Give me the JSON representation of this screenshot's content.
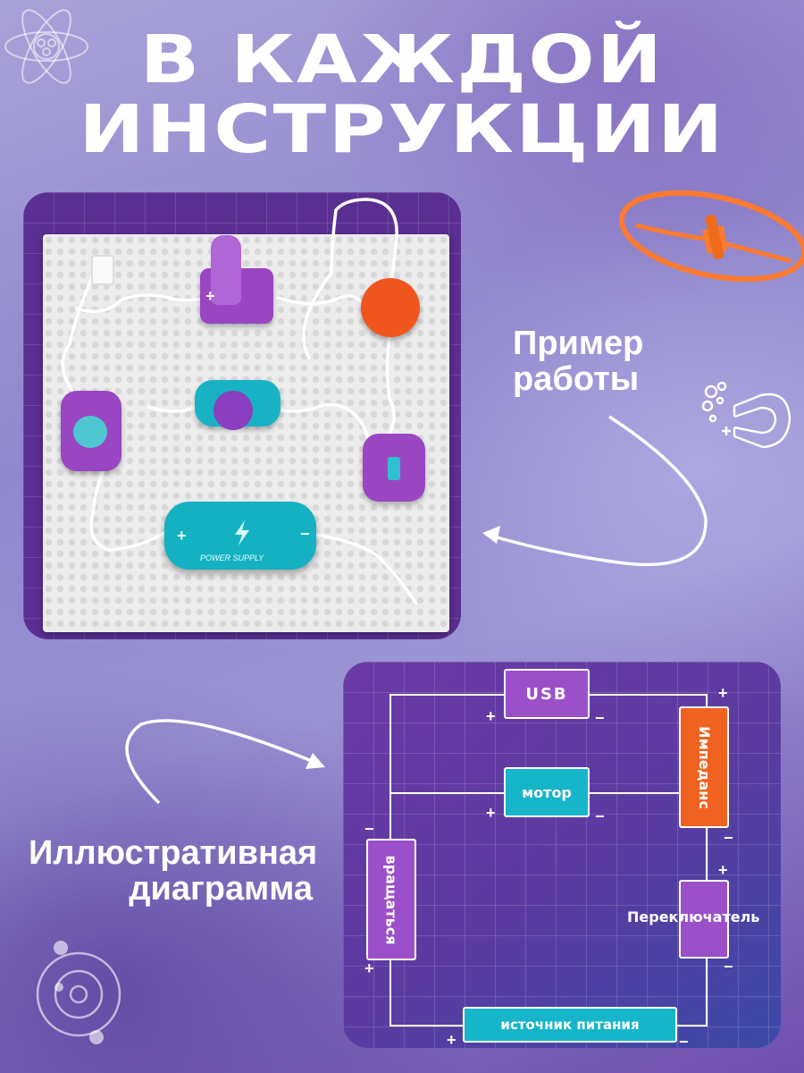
{
  "headline": {
    "line1": "В КАЖДОЙ",
    "line2": "ИНСТРУКЦИИ"
  },
  "captions": {
    "example_line1": "Пример",
    "example_line2": "работы",
    "diagram_line1": "Иллюстративная",
    "diagram_line2": "диаграмма"
  },
  "photo": {
    "power_supply_label": "POWER SUPPLY",
    "plus": "+",
    "minus": "−"
  },
  "diagram": {
    "usb": "USB",
    "motor": "мотор",
    "impedance": "Импеданс",
    "rotate": "вращаться",
    "switch": "Переключатель",
    "power": "источник питания",
    "plus": "+",
    "minus": "−"
  },
  "colors": {
    "purple_module": "#9b50c9",
    "teal_module": "#17b5c9",
    "orange_module": "#f06220",
    "propeller": "#ff7a2e"
  },
  "icons": [
    "atom-icon",
    "propeller-icon",
    "magnet-icon",
    "orbit-icon",
    "curved-arrow-icon",
    "lightning-icon"
  ]
}
